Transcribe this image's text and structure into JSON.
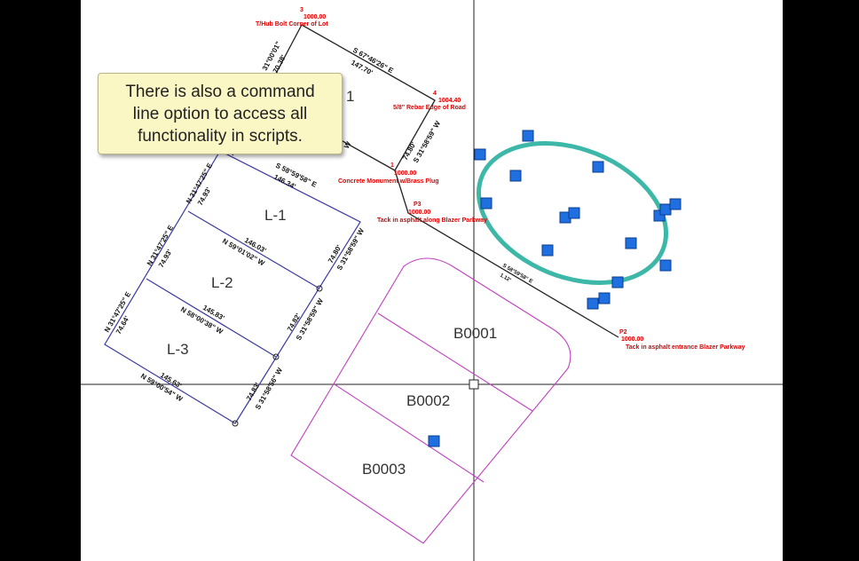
{
  "tooltip": {
    "lines": [
      "There is also a command",
      "line option to access all",
      "functionality in scripts."
    ]
  },
  "parcel_partial_label": "1",
  "lots": [
    "L-1",
    "L-2",
    "L-3"
  ],
  "blocks": [
    "B0001",
    "B0002",
    "B0003"
  ],
  "points": [
    {
      "num": "3",
      "elev": "1000.00",
      "desc": "T/Hub Bolt Corner of Lot"
    },
    {
      "num": "4",
      "elev": "1004.40",
      "desc": "5/8\" Rebar Edge of Road"
    },
    {
      "num": "1",
      "elev": "1000.00",
      "desc": "Concrete Monument w/Brass Plug"
    },
    {
      "num": "P3",
      "elev": "1000.00",
      "desc": "Tack in asphalt along Blazer Parkway"
    },
    {
      "num": "P2",
      "elev": "1000.00",
      "desc": "Tack in asphalt entrance Blazer Parkway"
    }
  ],
  "bearings": {
    "b34": [
      "S 67°46'26\" E",
      "147.70'"
    ],
    "b3w": [
      "31°00'01\"",
      "70.38'"
    ],
    "b41": [
      "74.80'",
      "S 31°58'59\" W"
    ],
    "l1top": [
      "S 58°59'58\" E",
      "146.34'"
    ],
    "l1l2": [
      "146.03'",
      "N 59°01'02\" W"
    ],
    "l2l3": [
      "145.83'",
      "N 58°00'38\" W"
    ],
    "l3bot": [
      "145.63'",
      "N 59°00'54\" W"
    ],
    "left1": [
      "N 31°47'25\" E",
      "74.93'"
    ],
    "left2": [
      "N 31°47'25\" E",
      "74.93'"
    ],
    "left3": [
      "N 31°47'25\" E",
      "74.64'"
    ],
    "right1": [
      "74.80'",
      "S 31°58'59\" W"
    ],
    "right2": [
      "74.82'",
      "S 31°58'59\" W"
    ],
    "right3": [
      "74.83'",
      "S 31°58'56\" W"
    ],
    "p3p2": [
      "S 58°59'58\" E",
      "1.12'"
    ],
    "w": "W"
  },
  "colors": {
    "parcel": "#222222",
    "lots": "#3a3aa0",
    "blocks": "#c040c0",
    "pointlabel": "#e00000",
    "ellipse": "#3db8a8",
    "grip": "#1f6fe0"
  }
}
